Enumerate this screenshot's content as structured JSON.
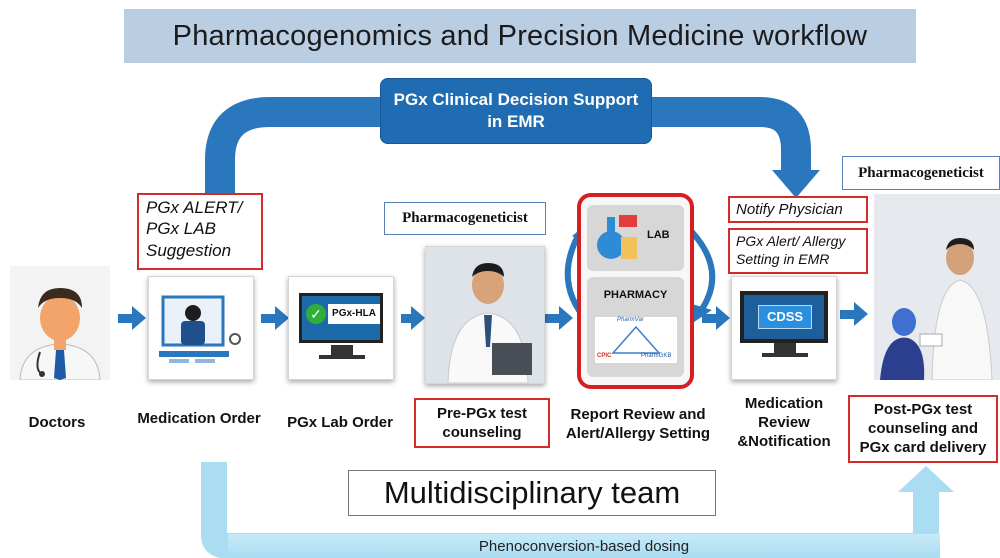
{
  "title": "Pharmacogenomics and Precision Medicine workflow",
  "cds_box": {
    "line1": "PGx Clinical Decision Support",
    "line2": "in EMR"
  },
  "alert_note": {
    "line1": "PGx ALERT/",
    "line2": "PGx LAB",
    "line3": "Suggestion"
  },
  "pharmacogeneticist_labels": {
    "pre": "Pharmacogeneticist",
    "post": "Pharmacogeneticist"
  },
  "notify_note": "Notify Physician",
  "alert_allergy_note": {
    "line1": "PGx Alert/ Allergy",
    "line2": "Setting in EMR"
  },
  "pgx_hla_label": "PGx-HLA",
  "lab_label": "LAB",
  "pharmacy_label": "PHARMACY",
  "pharmacy_mini": {
    "top": "PharmVar",
    "left": "CPIC",
    "right": "PharmGKB"
  },
  "cdss_label": "CDSS",
  "steps": [
    {
      "label": "Doctors"
    },
    {
      "label": "Medication Order"
    },
    {
      "label": "PGx Lab Order"
    },
    {
      "line1": "Pre-PGx test",
      "line2": "counseling"
    },
    {
      "line1": "Report Review and",
      "line2": "Alert/Allergy Setting"
    },
    {
      "line1": "Medication",
      "line2": "Review",
      "line3": "&Notification"
    },
    {
      "line1": "Post-PGx test",
      "line2": "counseling and",
      "line3": "PGx card delivery"
    }
  ],
  "team_label": "Multidisciplinary team",
  "bottom_label": "Phenoconversion-based dosing",
  "colors": {
    "flow_blue": "#1f6cb3",
    "red_outline": "#d32a2a",
    "title_bg": "#b9cde3",
    "band": "#a9dcf2"
  }
}
